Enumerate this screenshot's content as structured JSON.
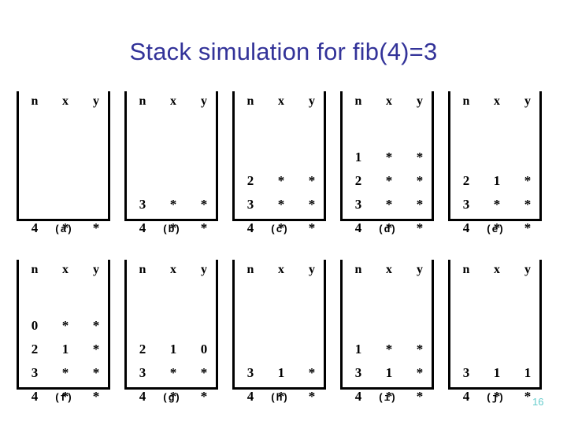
{
  "slide": {
    "title": "Stack simulation for fib(4)=3",
    "title_color": "#333399",
    "page_number": "16",
    "page_number_color": "#66cccc"
  },
  "columns": [
    "n",
    "x",
    "y"
  ],
  "figures": [
    {
      "caption": "(a)",
      "rows": [
        [
          "4",
          "*",
          "*"
        ]
      ]
    },
    {
      "caption": "(b)",
      "rows": [
        [
          "3",
          "*",
          "*"
        ],
        [
          "4",
          "*",
          "*"
        ]
      ]
    },
    {
      "caption": "(c)",
      "rows": [
        [
          "2",
          "*",
          "*"
        ],
        [
          "3",
          "*",
          "*"
        ],
        [
          "4",
          "*",
          "*"
        ]
      ]
    },
    {
      "caption": "(d)",
      "rows": [
        [
          "1",
          "*",
          "*"
        ],
        [
          "2",
          "*",
          "*"
        ],
        [
          "3",
          "*",
          "*"
        ],
        [
          "4",
          "*",
          "*"
        ]
      ]
    },
    {
      "caption": "(e)",
      "rows": [
        [
          "2",
          "1",
          "*"
        ],
        [
          "3",
          "*",
          "*"
        ],
        [
          "4",
          "*",
          "*"
        ]
      ]
    },
    {
      "caption": "(f)",
      "rows": [
        [
          "0",
          "*",
          "*"
        ],
        [
          "2",
          "1",
          "*"
        ],
        [
          "3",
          "*",
          "*"
        ],
        [
          "4",
          "*",
          "*"
        ]
      ]
    },
    {
      "caption": "(g)",
      "rows": [
        [
          "2",
          "1",
          "0"
        ],
        [
          "3",
          "*",
          "*"
        ],
        [
          "4",
          "*",
          "*"
        ]
      ]
    },
    {
      "caption": "(h)",
      "rows": [
        [
          "3",
          "1",
          "*"
        ],
        [
          "4",
          "*",
          "*"
        ]
      ]
    },
    {
      "caption": "(i)",
      "rows": [
        [
          "1",
          "*",
          "*"
        ],
        [
          "3",
          "1",
          "*"
        ],
        [
          "4",
          "*",
          "*"
        ]
      ]
    },
    {
      "caption": "(j)",
      "rows": [
        [
          "3",
          "1",
          "1"
        ],
        [
          "4",
          "*",
          "*"
        ]
      ]
    }
  ]
}
